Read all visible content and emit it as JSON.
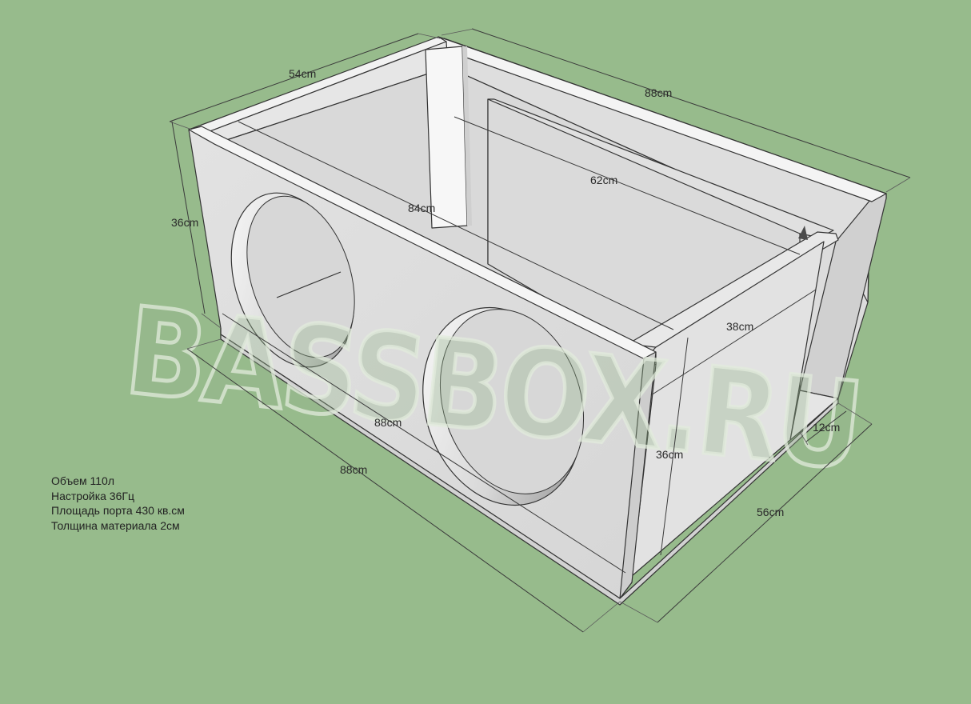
{
  "watermark": "BASSBOX.RU",
  "dimensions": {
    "top_depth": "54cm",
    "top_length": "88cm",
    "inner_length": "84cm",
    "port_length": "62cm",
    "left_height": "36cm",
    "front_height": "36cm",
    "port_section_depth": "38cm",
    "front_inner_length": "88cm",
    "bottom_length": "88cm",
    "bottom_depth": "56cm",
    "port_width": "12cm"
  },
  "specs": [
    "Объем 110л",
    "Настройка 36Гц",
    "Площадь порта 430 кв.см",
    "Толщина материала 2см"
  ],
  "colors": {
    "background": "#97bb8c",
    "panel": "#e4e4e4",
    "panel_shade": "#d4d4d4",
    "panel_light": "#f2f2f2"
  }
}
